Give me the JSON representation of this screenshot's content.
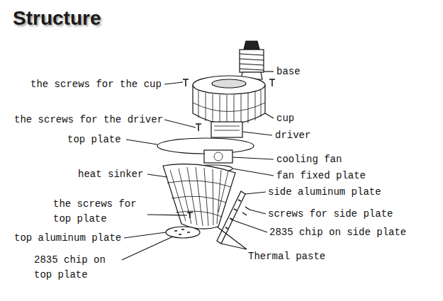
{
  "diagram": {
    "title": "Structure",
    "labels": [
      "base",
      "the screws for the cup",
      "cup",
      "the screws for the driver",
      "driver",
      "top plate",
      "cooling fan",
      "heat sinker",
      "fan fixed plate",
      "side aluminum plate",
      "the screws for top plate",
      "screws for side plate",
      "top aluminum plate",
      "2835 chip on side plate",
      "2835 chip on top plate",
      "Thermal paste"
    ]
  }
}
